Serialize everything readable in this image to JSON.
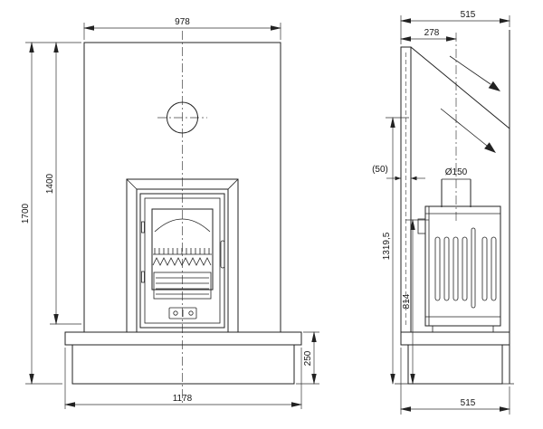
{
  "drawing": {
    "front": {
      "top_width": "978",
      "total_height": "1700",
      "opening_height": "1400",
      "base_height": "250",
      "base_width": "1178"
    },
    "side": {
      "top_depth": "515",
      "upper_depth": "278",
      "panel_gap": "(50)",
      "flue_diameter": "Ø150",
      "flue_center_height": "1319,5",
      "stove_top_height": "814",
      "base_depth": "515"
    }
  }
}
